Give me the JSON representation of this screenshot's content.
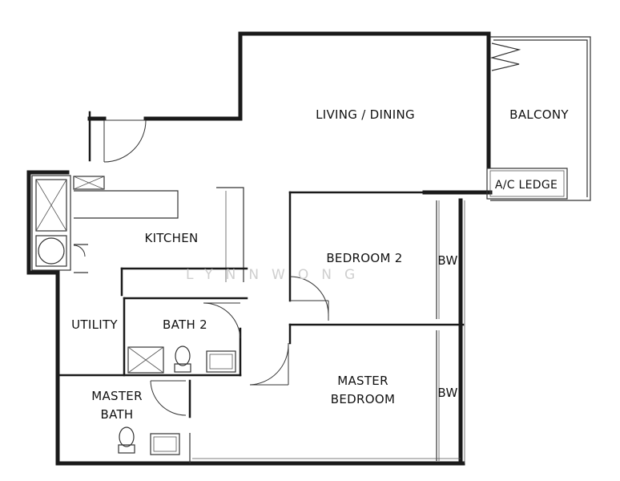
{
  "rooms": {
    "living_dining": "LIVING / DINING",
    "balcony": "BALCONY",
    "ac_ledge": "A/C LEDGE",
    "kitchen": "KITCHEN",
    "bedroom_2": "BEDROOM 2",
    "bw_1": "BW",
    "utility": "UTILITY",
    "bath_2": "BATH 2",
    "master_bedroom_line1": "MASTER",
    "master_bedroom_line2": "BEDROOM",
    "bw_2": "BW",
    "master_bath_line1": "MASTER",
    "master_bath_line2": "BATH"
  },
  "watermark": "LYNNWONG"
}
